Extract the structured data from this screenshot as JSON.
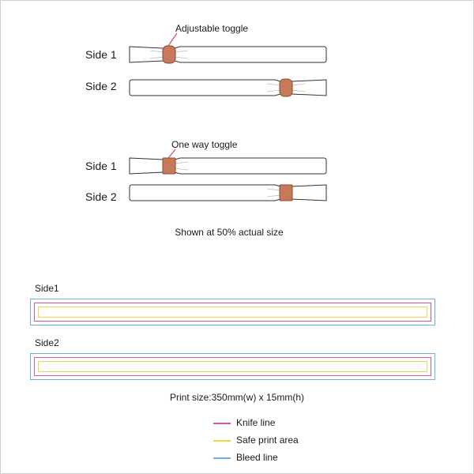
{
  "top": {
    "adjustable": {
      "callout": "Adjustable toggle",
      "side1": "Side 1",
      "side2": "Side 2"
    },
    "one_way": {
      "callout": "One way toggle",
      "side1": "Side 1",
      "side2": "Side 2"
    },
    "scale_note": "Shown at 50% actual size"
  },
  "print": {
    "side1_label": "Side1",
    "side2_label": "Side2",
    "size_note": "Print size:350mm(w) x 15mm(h)"
  },
  "legend": [
    {
      "label": "Knife line",
      "color": "#d3559a"
    },
    {
      "label": "Safe print area",
      "color": "#f1d24a"
    },
    {
      "label": "Bleed line",
      "color": "#6fb0e0"
    }
  ],
  "colors": {
    "toggle_fill": "#c8795a",
    "toggle_stroke": "#8a4a33",
    "outline": "#333333",
    "pointer": "#d04a7a"
  }
}
